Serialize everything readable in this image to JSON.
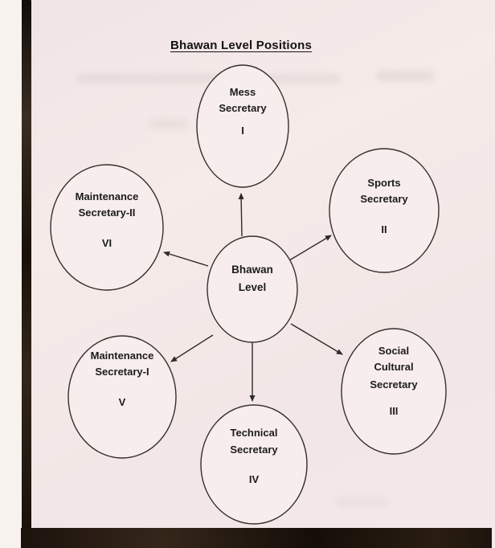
{
  "page": {
    "title": "Bhawan Level Positions"
  },
  "diagram": {
    "center": {
      "label_lines": [
        "Bhawan",
        "Level"
      ]
    },
    "nodes": [
      {
        "id": "mess-secretary",
        "lines": [
          "Mess",
          "Secretary"
        ],
        "numeral": "I"
      },
      {
        "id": "sports-secretary",
        "lines": [
          "Sports",
          "Secretary"
        ],
        "numeral": "II"
      },
      {
        "id": "social-cultural-secretary",
        "lines": [
          "Social",
          "Cultural",
          "Secretary"
        ],
        "numeral": "III"
      },
      {
        "id": "technical-secretary",
        "lines": [
          "Technical",
          "Secretary"
        ],
        "numeral": "IV"
      },
      {
        "id": "maintenance-secretary-i",
        "lines": [
          "Maintenance",
          "Secretary-I"
        ],
        "numeral": "V"
      },
      {
        "id": "maintenance-secretary-ii",
        "lines": [
          "Maintenance",
          "Secretary-II"
        ],
        "numeral": "VI"
      }
    ],
    "colors": {
      "paper": "#f3e8e8",
      "ink": "#1c1c1c",
      "scan_edge": "#221812"
    }
  }
}
